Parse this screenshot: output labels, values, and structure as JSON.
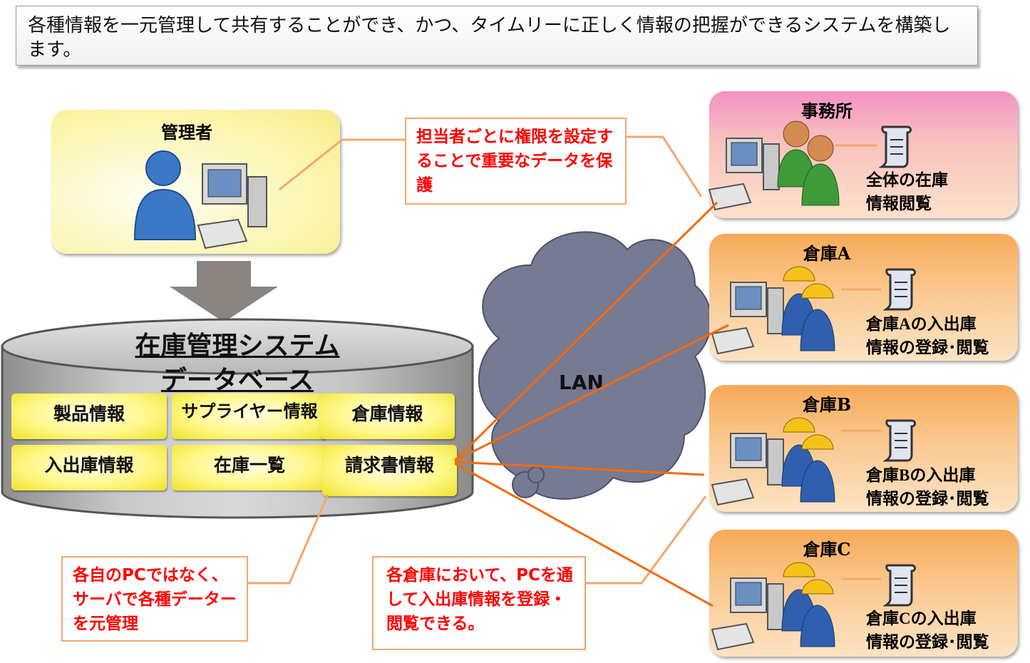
{
  "intro": "各種情報を一元管理して共有することができ、かつ、タイムリーに正しく情報の把握ができるシステムを構築します。",
  "admin": {
    "title": "管理者"
  },
  "callouts": {
    "top": "担当者ごとに権限を設定することで重要なデータを保護",
    "left": "各自のPCではなく、サーバで各種データーを元管理",
    "mid": "各倉庫において、PCを通して入出庫情報を登録・閲覧できる。"
  },
  "database": {
    "title_line1": "在庫管理システム",
    "title_line2": "データベース",
    "cells": [
      "製品情報",
      "サプライヤー情報",
      "倉庫情報",
      "入出庫情報",
      "在庫一覧",
      "請求書情報"
    ]
  },
  "network": {
    "label": "LAN"
  },
  "locations": [
    {
      "title": "事務所",
      "desc_line1": "全体の在庫",
      "desc_line2": "情報閲覧"
    },
    {
      "title": "倉庫A",
      "desc_line1": "倉庫Aの入出庫",
      "desc_line2": "情報の登録･閲覧"
    },
    {
      "title": "倉庫B",
      "desc_line1": "倉庫Bの入出庫",
      "desc_line2": "情報の登録･閲覧"
    },
    {
      "title": "倉庫C",
      "desc_line1": "倉庫Cの入出庫",
      "desc_line2": "情報の登録･閲覧"
    }
  ],
  "colors": {
    "callout_text": "#ff0000",
    "link_line": "#f46a0e",
    "leader_line": "#f5a66e",
    "cloud": "#767a92",
    "arrow": "#8a8580"
  }
}
